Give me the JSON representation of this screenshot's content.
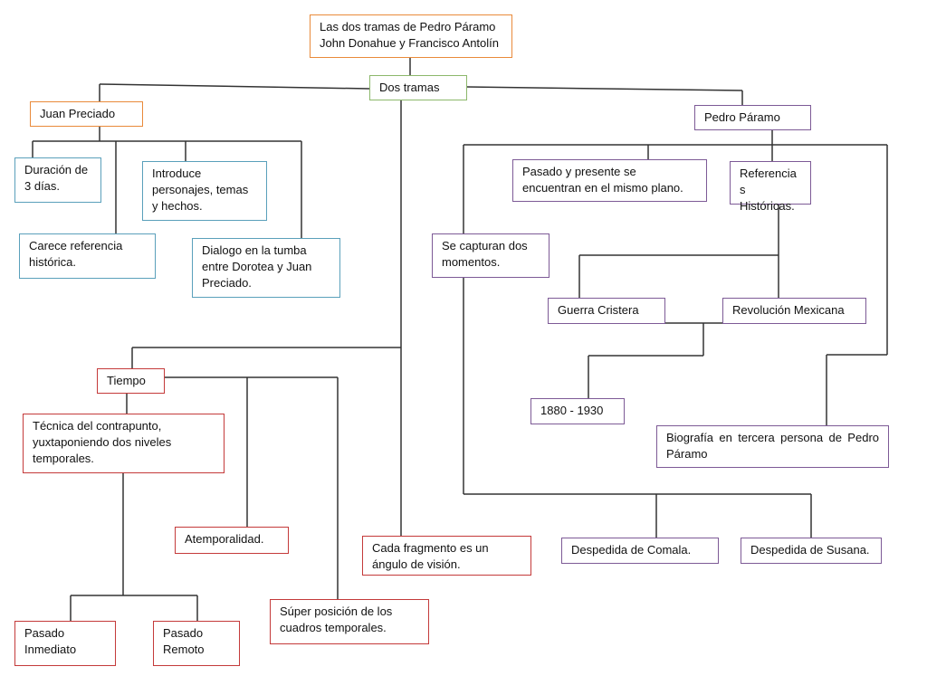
{
  "title": {
    "line1": "Las dos tramas de Pedro Páramo",
    "line2": "John Donahue y Francisco Antolín"
  },
  "dos_tramas": "Dos tramas",
  "juan_preciado": {
    "label": "Juan Preciado",
    "duracion": "Duración de 3 días.",
    "introduce": "Introduce personajes, temas y hechos.",
    "carece": "Carece referencia histórica.",
    "dialogo": "Dialogo en la tumba entre Dorotea y Juan Preciado."
  },
  "tiempo": {
    "label": "Tiempo",
    "tecnica": "Técnica del contrapunto, yuxtaponiendo dos niveles temporales.",
    "atemporalidad": "Atemporalidad.",
    "super_posicion": "Súper posición de los cuadros temporales.",
    "pasado_inmediato": "Pasado Inmediato",
    "pasado_remoto": "Pasado Remoto"
  },
  "cada_fragmento": "Cada fragmento es un ángulo de visión.",
  "pedro_paramo": {
    "label": "Pedro Páramo",
    "pasado_presente": "Pasado y presente se encuentran en el mismo plano.",
    "referencias_a": "Referencia",
    "referencias_b": "s",
    "referencias_c": "Históricas.",
    "se_capturan": "Se capturan dos momentos.",
    "guerra_cristera": "Guerra Cristera",
    "revolucion": "Revolución Mexicana",
    "fechas": "1880 - 1930",
    "biografia": "Biografía en tercera persona de Pedro Páramo",
    "despedida_comala": "Despedida de Comala.",
    "despedida_susana": "Despedida de Susana."
  },
  "colors": {
    "orange": "#e98a3a",
    "green": "#8cb86b",
    "blue": "#5aa0bb",
    "purple": "#7d5a96",
    "red": "#c43a3a"
  }
}
